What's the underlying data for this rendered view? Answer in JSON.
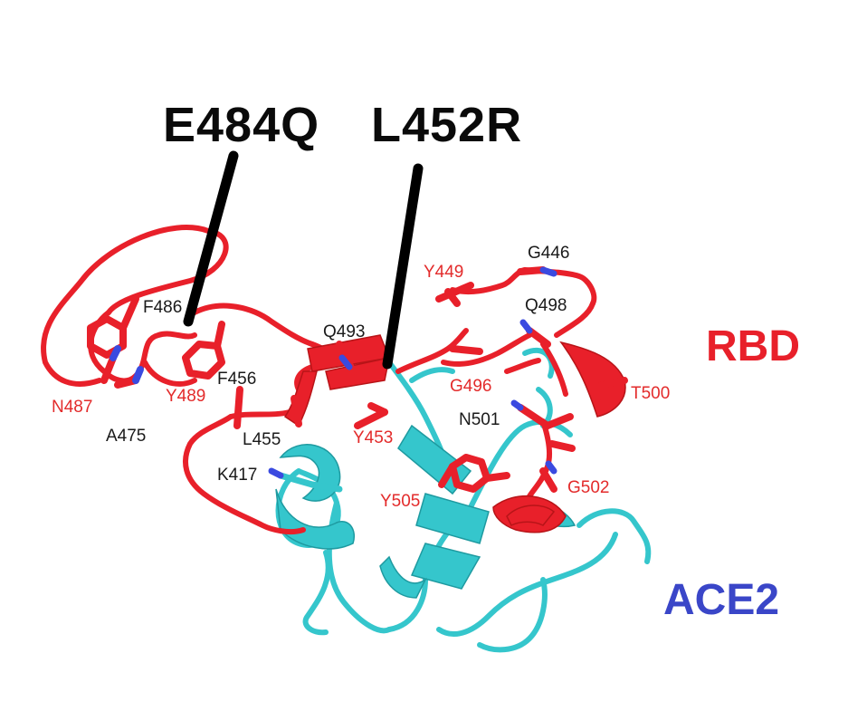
{
  "colors": {
    "rbd": "#e8202a",
    "rbd_dark": "#b81418",
    "ace2": "#35c6cc",
    "ace2_dark": "#1e9aa0",
    "residue_red": "#e32b2b",
    "residue_black": "#1a1a1a",
    "nitrogen": "#3a4ae0",
    "oxygen": "#e8202a",
    "ace2_label": "#3a46c8",
    "rbd_label": "#e8202a",
    "pointer": "#000000"
  },
  "mutations": [
    "E484Q",
    "L452R"
  ],
  "chains": {
    "rbd": "RBD",
    "ace2": "ACE2"
  },
  "residues": {
    "F486": "F486",
    "N487": "N487",
    "A475": "A475",
    "Y489": "Y489",
    "F456": "F456",
    "L455": "L455",
    "K417": "K417",
    "Q493": "Q493",
    "Y453": "Y453",
    "Y449": "Y449",
    "G446": "G446",
    "Q498": "Q498",
    "G496": "G496",
    "T500": "T500",
    "N501": "N501",
    "G502": "G502",
    "Y505": "Y505"
  },
  "icons": [
    "protein-ribbon-diagram",
    "pointer-line"
  ]
}
